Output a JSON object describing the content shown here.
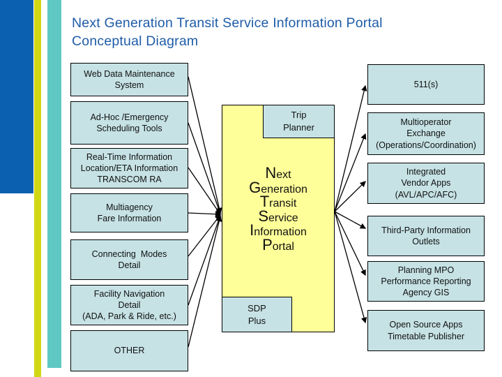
{
  "title": {
    "line1": "Next Generation Transit Service Information Portal",
    "line2": "Conceptual Diagram"
  },
  "left_boxes": [
    {
      "label": "Web Data Maintenance\nSystem"
    },
    {
      "label": "Ad-Hoc /Emergency\nScheduling Tools"
    },
    {
      "label": "Real-Time Information\nLocation/ETA Information\nTRANSCOM RA"
    },
    {
      "label": "Multiagency\nFare Information"
    },
    {
      "label": "Connecting  Modes\nDetail"
    },
    {
      "label": "Facility Navigation\nDetail\n(ADA, Park & Ride, etc.)"
    },
    {
      "label": "OTHER"
    }
  ],
  "center": {
    "trip_planner": "Trip\nPlanner",
    "portal_words": [
      "Next",
      "Generation",
      "Transit",
      "Service",
      "Information",
      "Portal"
    ],
    "sdp_plus": "SDP\nPlus"
  },
  "right_boxes": [
    {
      "label": "511(s)"
    },
    {
      "label": "Multioperator\nExchange\n(Operations/Coordination)"
    },
    {
      "label": "Integrated\nVendor Apps\n(AVL/APC/AFC)"
    },
    {
      "label": "Third-Party Information\nOutlets"
    },
    {
      "label": "Planning MPO\nPerformance Reporting\nAgency GIS"
    },
    {
      "label": "Open Source Apps\nTimetable Publisher"
    }
  ],
  "colors": {
    "title_text": "#1f5ca8",
    "node_fill": "#c6e2e5",
    "portal_fill": "#ffff99",
    "node_border": "#000000",
    "decor_blue": "#0b60af",
    "decor_chartreuse": "#d2d714",
    "decor_teal": "#5fc8c3",
    "arrow": "#000000"
  }
}
